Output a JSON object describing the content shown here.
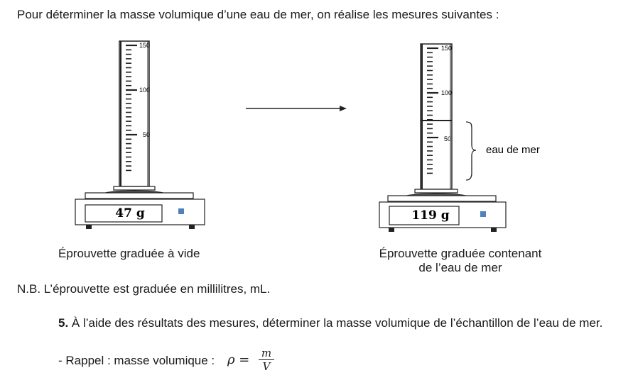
{
  "intro": "Pour déterminer la masse volumique d’une eau de mer, on réalise les mesures suivantes :",
  "left_setup": {
    "grad_150": "150",
    "grad_100": "100",
    "grad_50": "50",
    "display": "47 g",
    "caption": "Éprouvette graduée à vide"
  },
  "right_setup": {
    "grad_150": "150",
    "grad_100": "100",
    "grad_50": "50",
    "display": "119 g",
    "brace_label": "eau de mer",
    "caption_line1": "Éprouvette graduée contenant",
    "caption_line2": "de l’eau de mer"
  },
  "nb": "N.B. L’éprouvette est graduée en millilitres, mL.",
  "question": {
    "number": "5.",
    "text": " À l’aide des résultats des mesures, déterminer la masse volumique de l’échantillon de l’eau de mer."
  },
  "rappel": {
    "text": "- Rappel : masse volumique :",
    "formula_lhs": "ρ =",
    "numerator": "m",
    "denominator": "V"
  }
}
